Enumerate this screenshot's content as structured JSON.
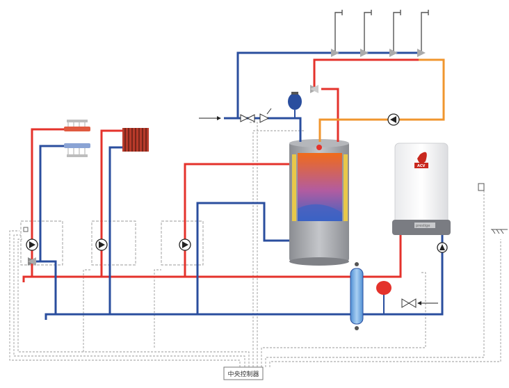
{
  "controller": {
    "label": "中央控制器"
  },
  "boiler": {
    "logo_text": "ACV",
    "brand_text": "prestige"
  },
  "colors": {
    "supply_hot": "#e4322b",
    "return_cold": "#2a4e9e",
    "recirculation": "#f0962e",
    "control_wire": "#9a9a9a",
    "tank_body": "#9fa1a6",
    "tank_core_top": "#f06b1a",
    "tank_core_bottom": "#3a63c4",
    "separator": "#6aa6e3",
    "expansion_vessel_blue": "#2a4e9e",
    "expansion_vessel_red": "#e4322b"
  }
}
